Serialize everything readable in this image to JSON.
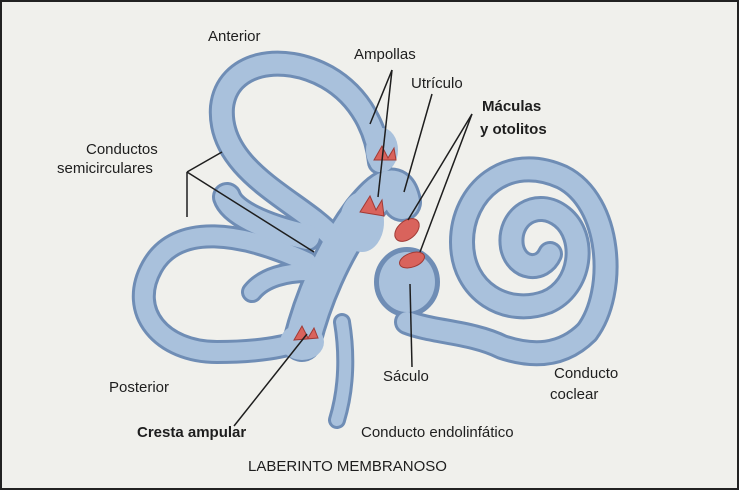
{
  "labels": {
    "anterior": "Anterior",
    "ampollas": "Ampollas",
    "utriculo": "Utrículo",
    "maculas_l1": "Máculas",
    "maculas_l2": "y otolitos",
    "conductos_l1": "Conductos",
    "conductos_l2": "semicirculares",
    "posterior": "Posterior",
    "cresta": "Cresta ampular",
    "saculo": "Sáculo",
    "conducto_coclear_l1": "Conducto",
    "conducto_coclear_l2": "coclear",
    "conducto_endolinfatico": "Conducto endolinfático",
    "caption": "LABERINTO MEMBRANOSO"
  },
  "colors": {
    "background": "#f0f0ec",
    "labyrinth_fill": "#a9c1dc",
    "labyrinth_edge": "#6f8db5",
    "sensory_patch": "#d9635c",
    "leader_line": "#1e1e1e"
  }
}
